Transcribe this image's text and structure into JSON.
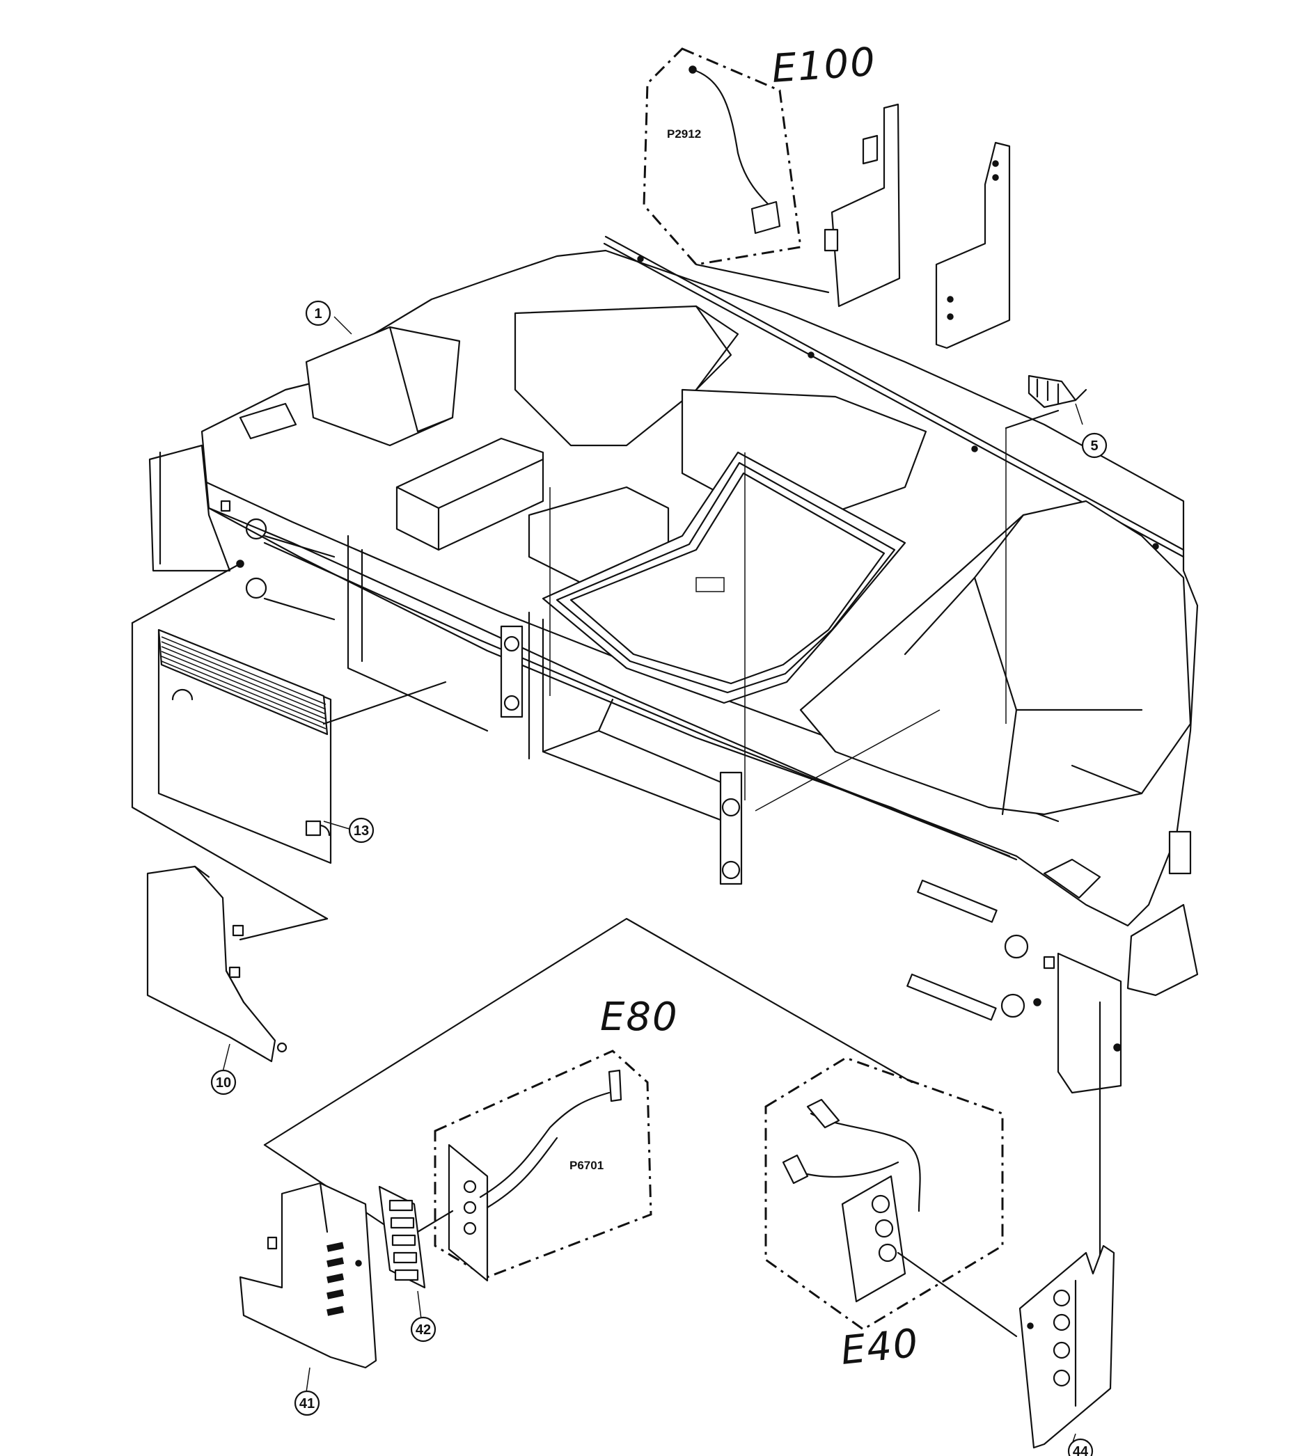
{
  "assemblies": {
    "e100": "E100",
    "e80": "E80",
    "e40": "E40"
  },
  "connectors": {
    "p2912": "P2912",
    "p6701": "P6701"
  },
  "callouts": {
    "c1": "1",
    "c5": "5",
    "c10": "10",
    "c13": "13",
    "c41": "41",
    "c42": "42",
    "c44": "44"
  }
}
